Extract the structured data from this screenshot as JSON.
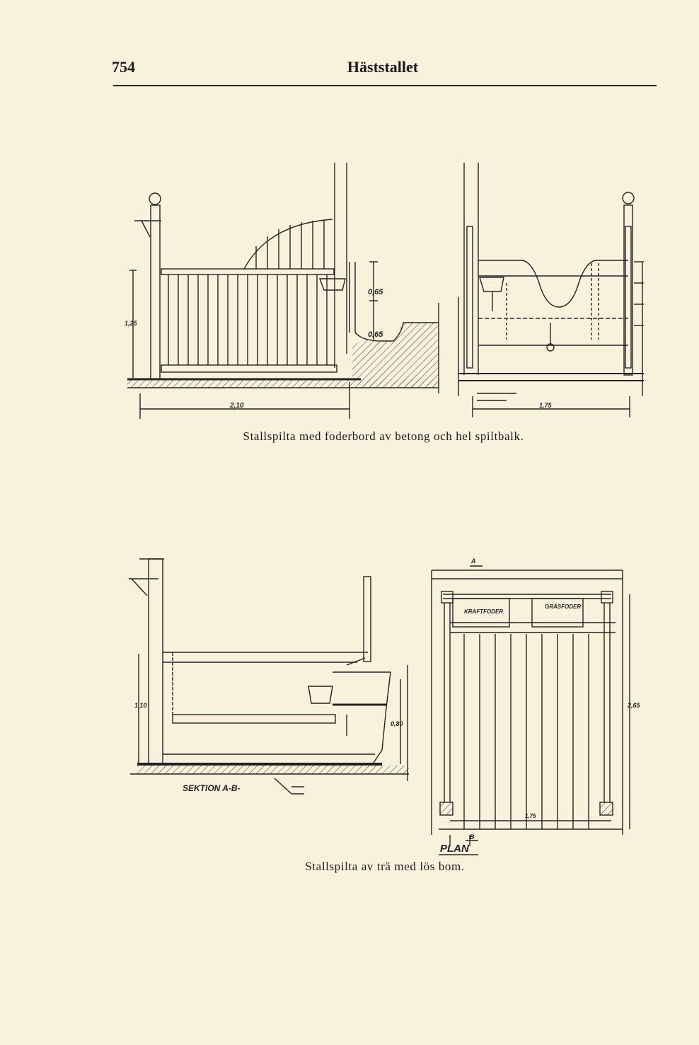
{
  "header": {
    "page_number": "754",
    "running_title": "Häststallet"
  },
  "figures": [
    {
      "caption": "Stallspilta med foderbord av betong och hel spiltbalk.",
      "labels": [
        "0,65",
        "0,65",
        "2,10",
        "1,25",
        "1,75"
      ]
    },
    {
      "caption": "Stallspilta av trä med lös bom.",
      "labels": [
        "SEKTION A-B-",
        "PLAN",
        "KRAFTFODER",
        "GRÄSFODER",
        "1,10",
        "2,65",
        "1,75",
        "0,80",
        "A",
        "B"
      ]
    }
  ]
}
